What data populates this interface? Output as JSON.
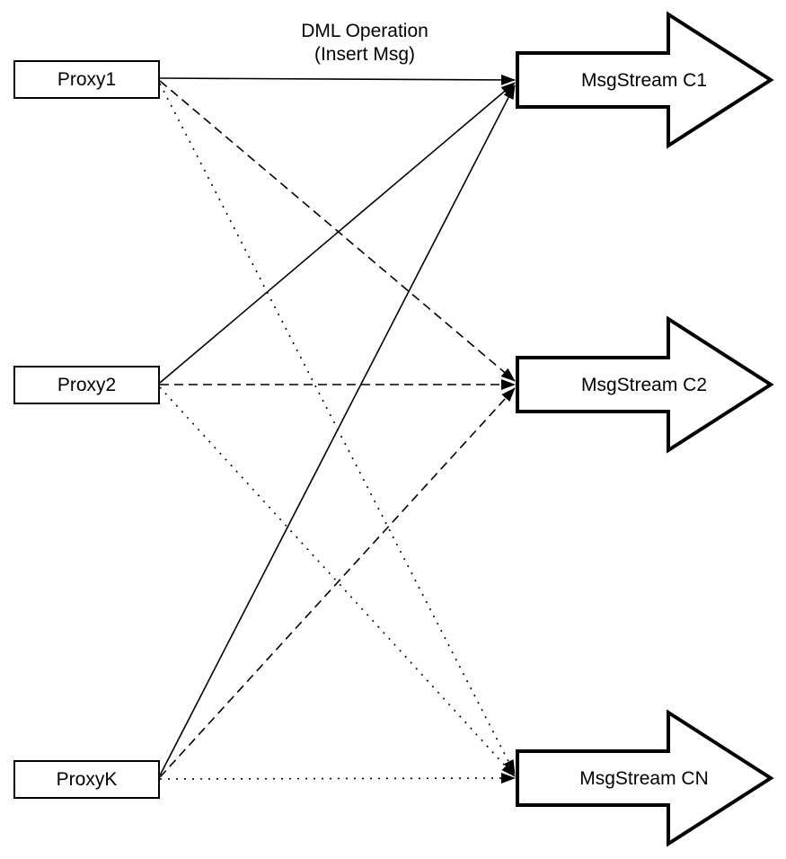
{
  "title": {
    "line1": "DML Operation",
    "line2": "(Insert Msg)"
  },
  "proxies": [
    {
      "label": "Proxy1"
    },
    {
      "label": "Proxy2"
    },
    {
      "label": "ProxyK"
    }
  ],
  "streams": [
    {
      "label": "MsgStream C1"
    },
    {
      "label": "MsgStream C2"
    },
    {
      "label": "MsgStream CN"
    }
  ],
  "connections": [
    {
      "from": "Proxy1",
      "to": "MsgStream C1",
      "line_style": "solid"
    },
    {
      "from": "Proxy1",
      "to": "MsgStream C2",
      "line_style": "dashed"
    },
    {
      "from": "Proxy1",
      "to": "MsgStream CN",
      "line_style": "dotted"
    },
    {
      "from": "Proxy2",
      "to": "MsgStream C1",
      "line_style": "solid"
    },
    {
      "from": "Proxy2",
      "to": "MsgStream C2",
      "line_style": "dashed"
    },
    {
      "from": "Proxy2",
      "to": "MsgStream CN",
      "line_style": "dotted"
    },
    {
      "from": "ProxyK",
      "to": "MsgStream C1",
      "line_style": "solid"
    },
    {
      "from": "ProxyK",
      "to": "MsgStream C2",
      "line_style": "dashed"
    },
    {
      "from": "ProxyK",
      "to": "MsgStream CN",
      "line_style": "dotted"
    }
  ],
  "colors": {
    "line": "#000000",
    "shape_fill": "#ffffff",
    "background": "#ffffff",
    "text": "#000000"
  }
}
